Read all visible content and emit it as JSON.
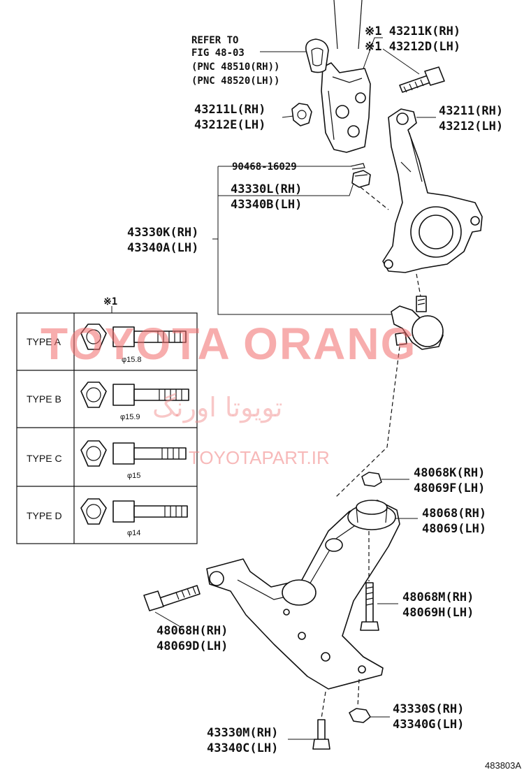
{
  "refer": {
    "line1": "REFER TO",
    "line2": "FIG 48-03",
    "line3": "(PNC 48510(RH))",
    "line4": "(PNC 48520(LH))"
  },
  "labels": {
    "bolt_rh": "※1 43211K(RH)",
    "bolt_lh": "※1 43212D(LH)",
    "nut_rh": "43211L(RH)",
    "nut_lh": "43212E(LH)",
    "knuckle_rh": "43211(RH)",
    "knuckle_lh": "43212(LH)",
    "cotter_pin": "90468-16029",
    "castle_nut_rh": "43330L(RH)",
    "castle_nut_lh": "43340B(LH)",
    "ball_joint_rh": "43330K(RH)",
    "ball_joint_lh": "43340A(LH)",
    "bush_nut_rh": "48068K(RH)",
    "bush_nut_lh": "48069F(LH)",
    "bushing_rh": "48068(RH)",
    "bushing_lh": "48069(LH)",
    "arm_bolt_rh": "48068M(RH)",
    "arm_bolt_lh": "48069H(LH)",
    "front_bolt_rh": "48068H(RH)",
    "front_bolt_lh": "48069D(LH)",
    "flange_nut_rh": "43330S(RH)",
    "flange_nut_lh": "43340G(LH)",
    "bottom_bolt_rh": "43330M(RH)",
    "bottom_bolt_lh": "43340C(LH)"
  },
  "table": {
    "note": "※1",
    "rows": [
      {
        "type": "TYPE A",
        "diameter": "φ15.8"
      },
      {
        "type": "TYPE B",
        "diameter": "φ15.9"
      },
      {
        "type": "TYPE C",
        "diameter": "φ15"
      },
      {
        "type": "TYPE D",
        "diameter": "φ14"
      }
    ]
  },
  "watermark": {
    "brand": "TOYOTA ORANG",
    "persian": "تويوتا اورنگ",
    "url": "TOYOTAPART.IR"
  },
  "figure_code": "483803A"
}
